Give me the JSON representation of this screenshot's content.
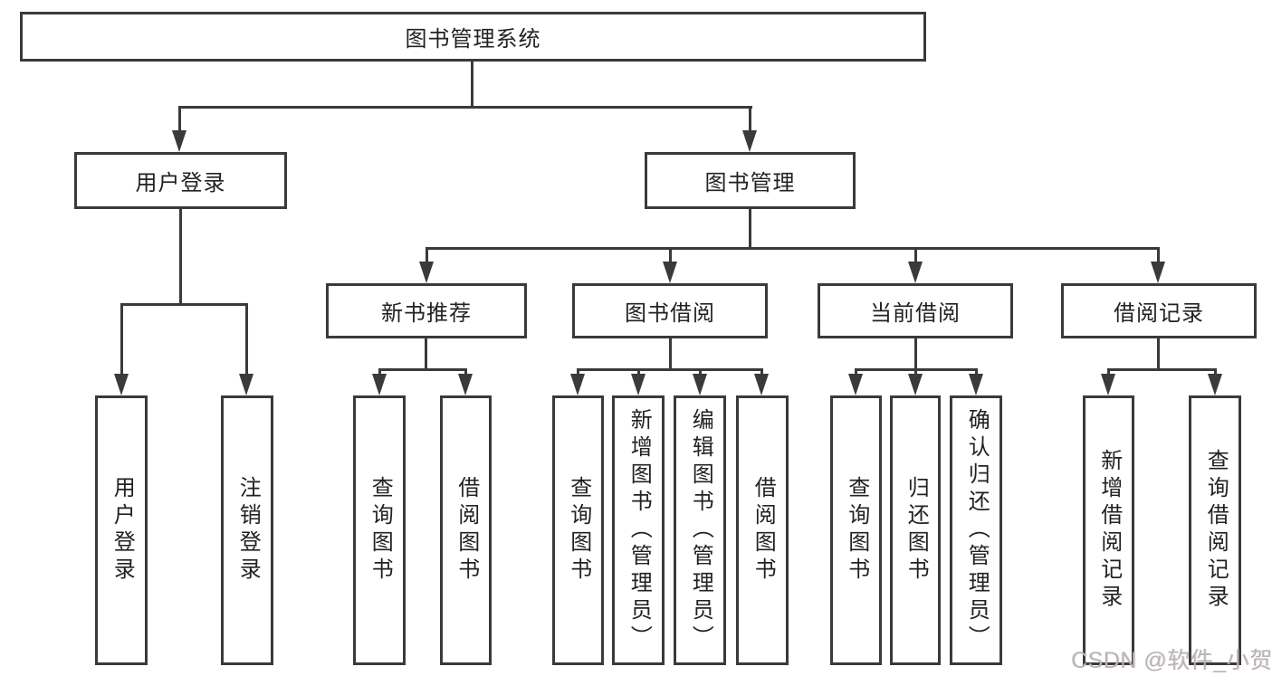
{
  "diagram": {
    "root": {
      "label": "图书管理系统"
    },
    "level2": [
      {
        "label": "用户登录"
      },
      {
        "label": "图书管理"
      }
    ],
    "level3": [
      {
        "label": "新书推荐"
      },
      {
        "label": "图书借阅"
      },
      {
        "label": "当前借阅"
      },
      {
        "label": "借阅记录"
      }
    ],
    "leaves": {
      "user_login": [
        {
          "label": "用户登录"
        },
        {
          "label": "注销登录"
        }
      ],
      "new_books": [
        {
          "label": "查询图书"
        },
        {
          "label": "借阅图书"
        }
      ],
      "book_borrowing": [
        {
          "label": "查询图书"
        },
        {
          "label": "新增图书（管理员）"
        },
        {
          "label": "编辑图书（管理员）"
        },
        {
          "label": "借阅图书"
        }
      ],
      "current_borrowing": [
        {
          "label": "查询图书"
        },
        {
          "label": "归还图书"
        },
        {
          "label": "确认归还（管理员）"
        }
      ],
      "borrowing_records": [
        {
          "label": "新增借阅记录"
        },
        {
          "label": "查询借阅记录"
        }
      ]
    },
    "watermark": {
      "text": "CSDN @软件_小贺同学"
    },
    "colors": {
      "line": "#3a3a3a",
      "text": "#222222",
      "watermark": "#b7b5b5",
      "background": "#ffffff"
    }
  }
}
